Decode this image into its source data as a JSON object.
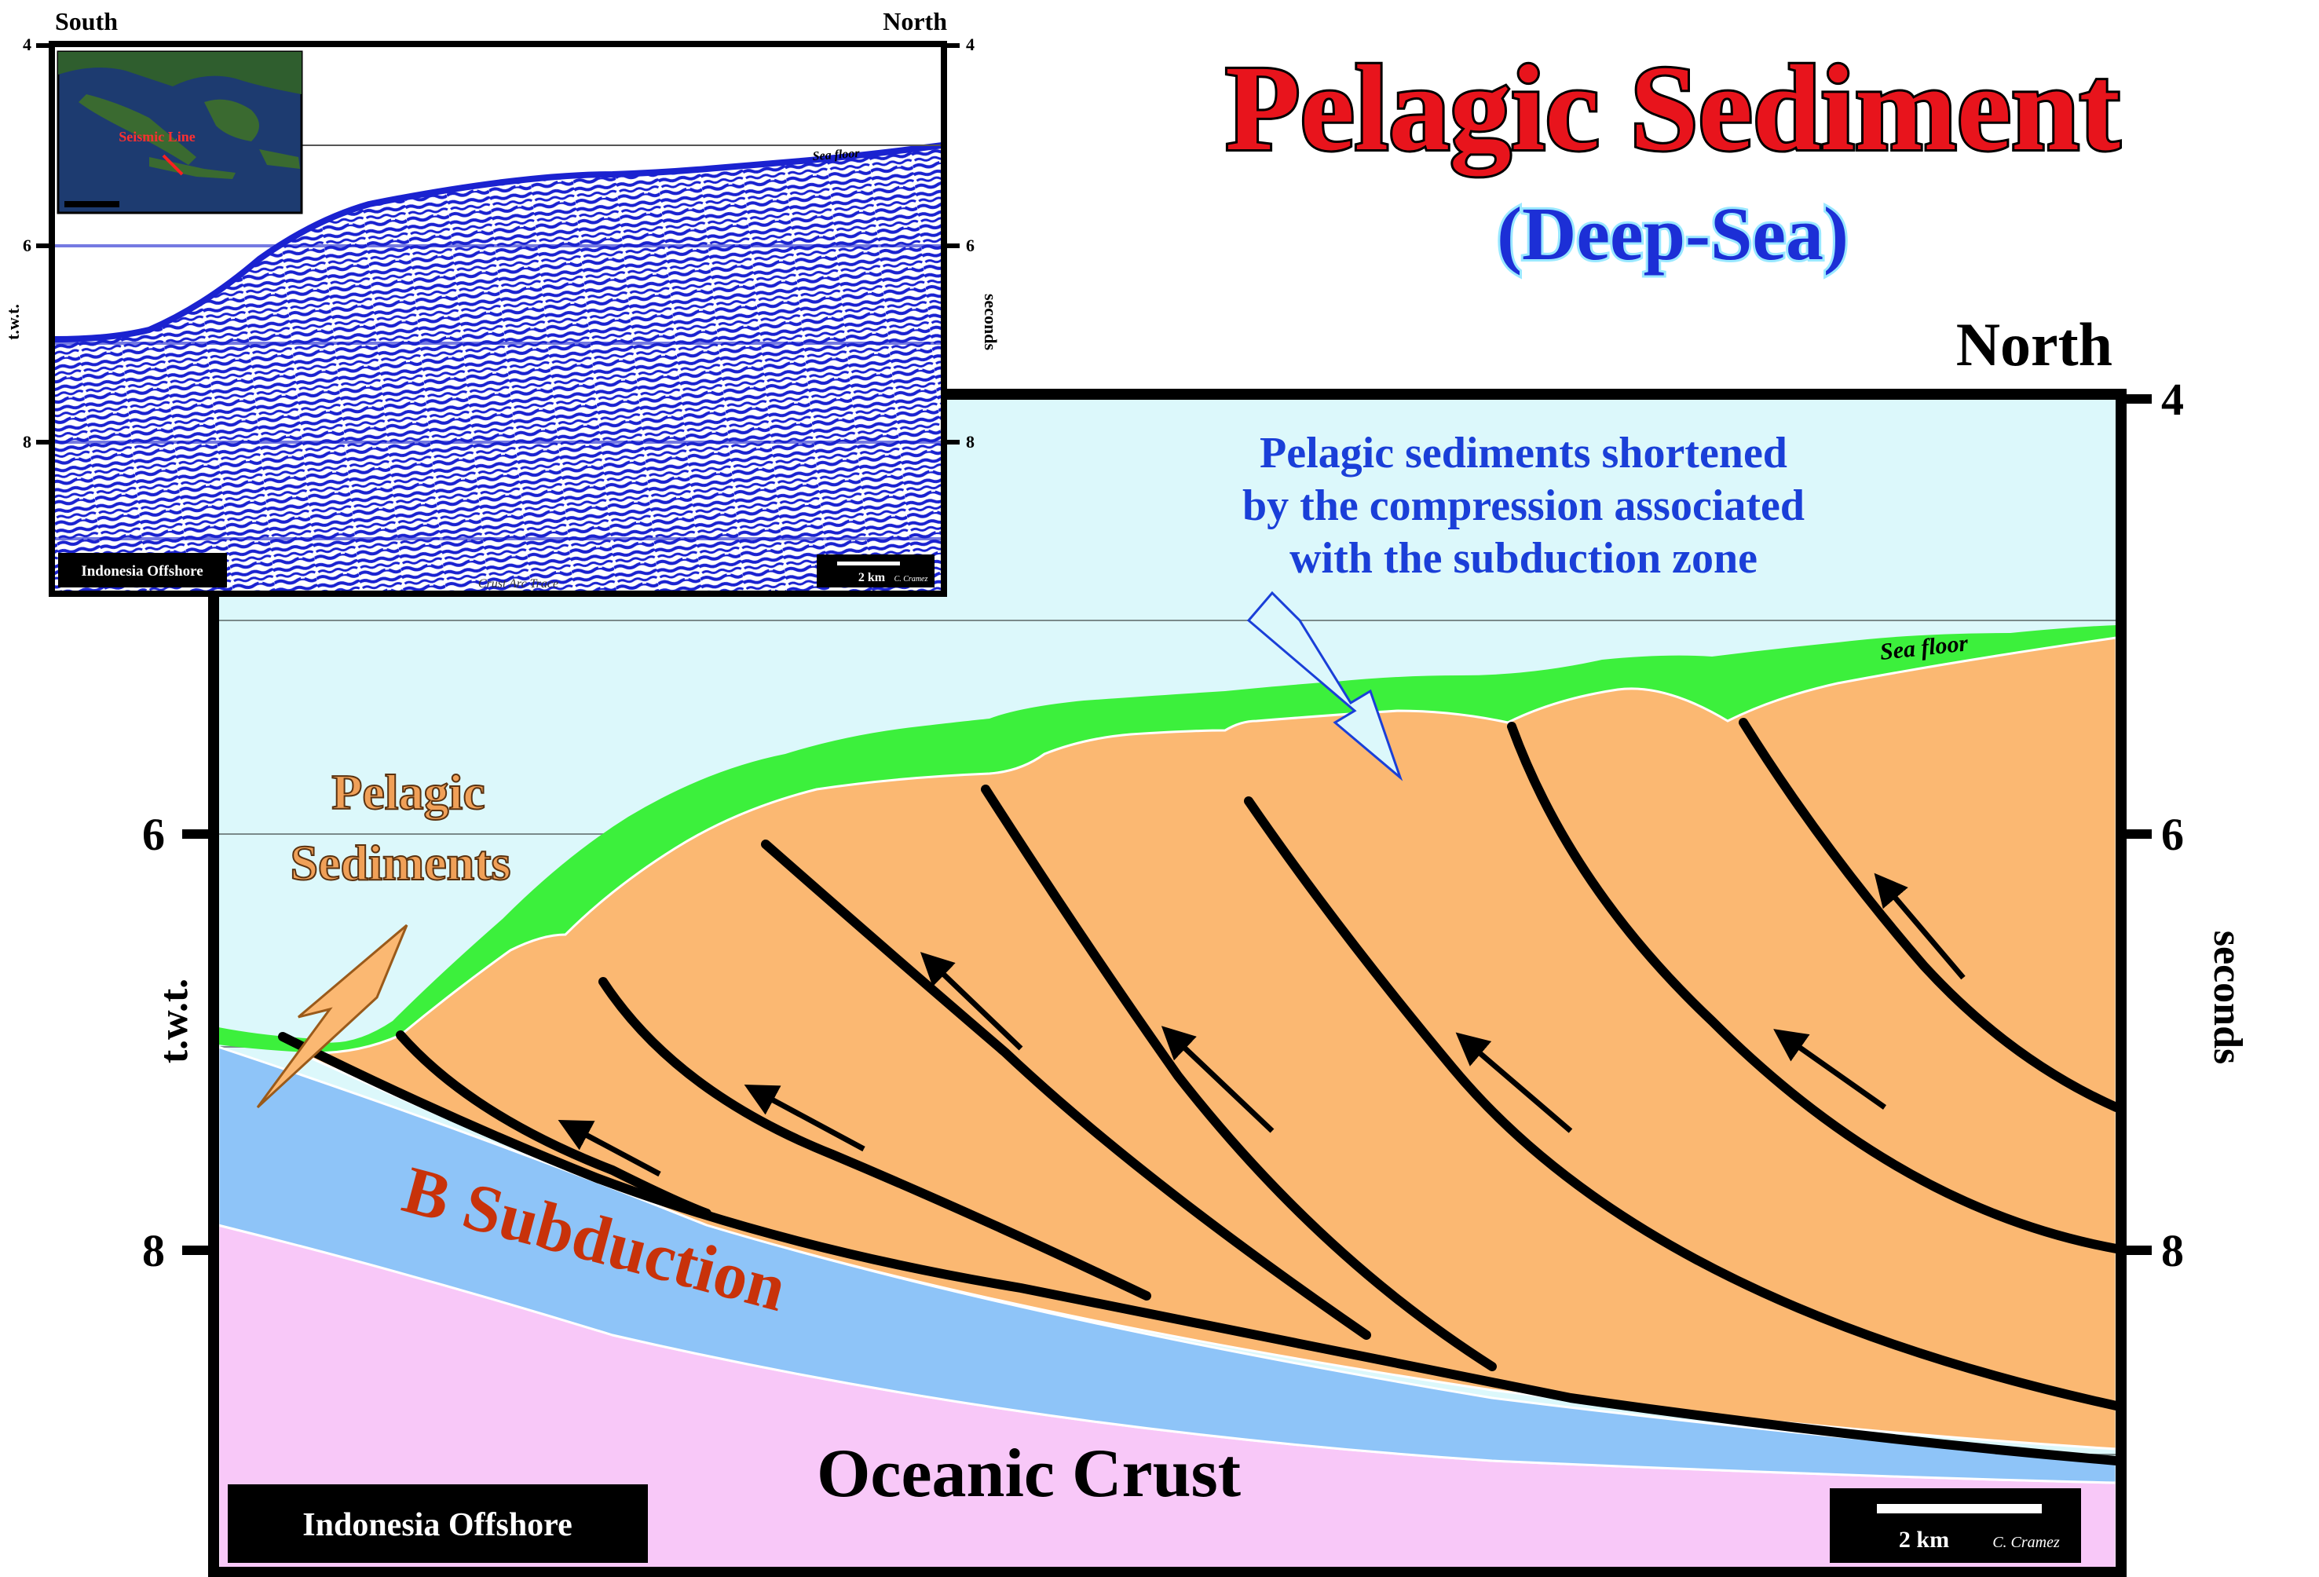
{
  "title": "Pelagic Sediment",
  "subtitle": "(Deep-Sea)",
  "main_section": {
    "direction_label": "North",
    "axis_left_label": "t.w.t.",
    "axis_right_label": "seconds",
    "ticks": [
      "4",
      "6",
      "8"
    ],
    "annotation": [
      "Pelagic sediments shortened",
      "by the compression associated",
      "with the subduction zone"
    ],
    "sea_floor_label": "Sea floor",
    "pelagic_label": [
      "Pelagic",
      "Sediments"
    ],
    "subduction_label": "B Subduction",
    "crust_label": "Oceanic Crust",
    "location_label": "Indonesia Offshore",
    "scale_label": "2 km",
    "credit": "C. Cramez"
  },
  "inset": {
    "south_label": "South",
    "north_label": "North",
    "axis_left_label": "t.w.t.",
    "axis_right_label": "seconds",
    "ticks": [
      "4",
      "6",
      "8"
    ],
    "map_label": "Seismic Line",
    "sea_floor_label": "Sea floor",
    "location_label": "Indonesia Offshore",
    "scale_label": "2 km",
    "credit": "C. Cramez",
    "footer_text": "Crust Arc Trace"
  },
  "colors": {
    "title_red": "#e8141c",
    "subtitle_blue": "#1c2fd6",
    "annotation_blue": "#1a3fd8",
    "sky": "#dcf8fb",
    "sediment": "#fbb872",
    "green_layer": "#3cf03c",
    "slab_blue": "#8ec4f8",
    "crust_pink": "#f8c8f8",
    "seismic_blue": "#1a22d0",
    "subduction_red": "#c8320a",
    "pelagic_orange": "#f0a058"
  }
}
